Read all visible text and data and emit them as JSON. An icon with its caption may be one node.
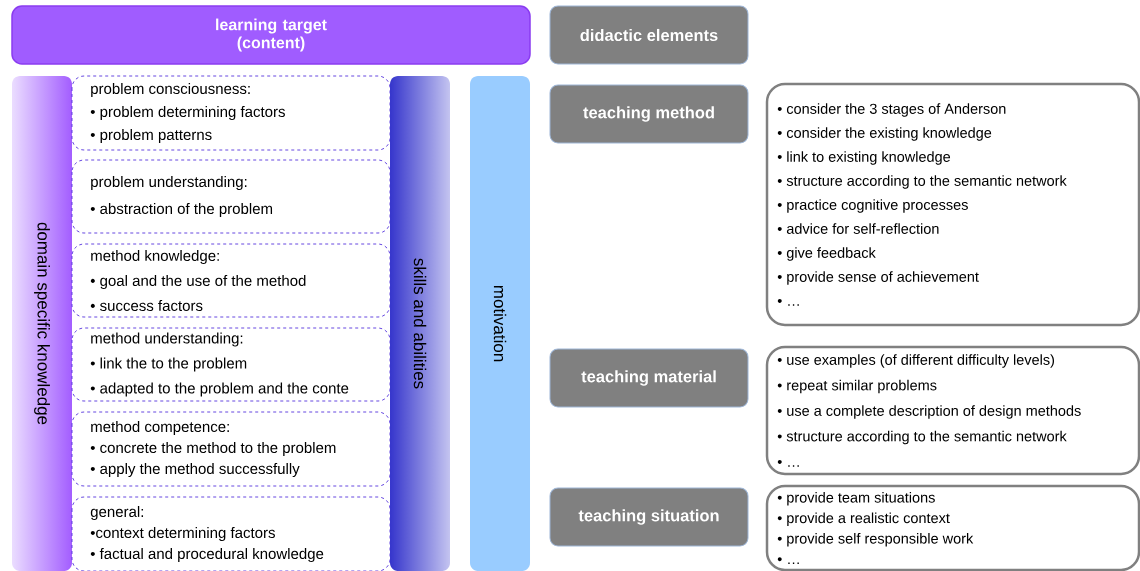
{
  "diagram": {
    "nodes": [
      {
        "text": [
          "learning target (content)"
        ]
      },
      {
        "text": [
          "domain specific knowledge"
        ]
      },
      {
        "text": [
          "problem consciousness:",
          "• problem determining factors",
          "• problem patterns"
        ]
      },
      {
        "text": [
          "problem understanding:",
          "• abstraction of the problem"
        ]
      },
      {
        "text": [
          "method knowledge:",
          "• goal and the use of the method",
          "• success factors"
        ]
      },
      {
        "text": [
          "method understanding:",
          "• link the to the problem",
          "• adapted to the problem and the conte"
        ]
      },
      {
        "text": [
          "method competence:",
          "• concrete the method to the problem",
          "• apply the method successfully"
        ]
      },
      {
        "text": [
          "general:",
          "•context determining factors",
          "• factual and procedural knowledge"
        ]
      },
      {
        "text": [
          "skills and abilities"
        ]
      },
      {
        "text": [
          "motivation"
        ]
      },
      {
        "text": [
          "didactic elements"
        ]
      },
      {
        "text": [
          "teaching method"
        ]
      },
      {
        "text": [
          "• consider the 3 stages of Anderson",
          "• consider the existing knowledge",
          "• link to existing knowledge",
          "• structure according to the semantic network",
          "• practice cognitive processes",
          "• advice for self-reflection",
          "• give feedback",
          "• provide sense of achievement",
          "• …"
        ]
      },
      {
        "text": [
          "teaching material"
        ]
      },
      {
        "text": [
          "• use examples (of different difficulty levels)",
          "• repeat similar problems",
          "• use a complete description of design methods",
          "• structure according to the semantic network",
          "• …"
        ]
      },
      {
        "text": [
          "teaching situation"
        ]
      },
      {
        "text": [
          "• provide team situations",
          "• provide a realistic context",
          "• provide self responsible work",
          "• …"
        ]
      }
    ]
  }
}
